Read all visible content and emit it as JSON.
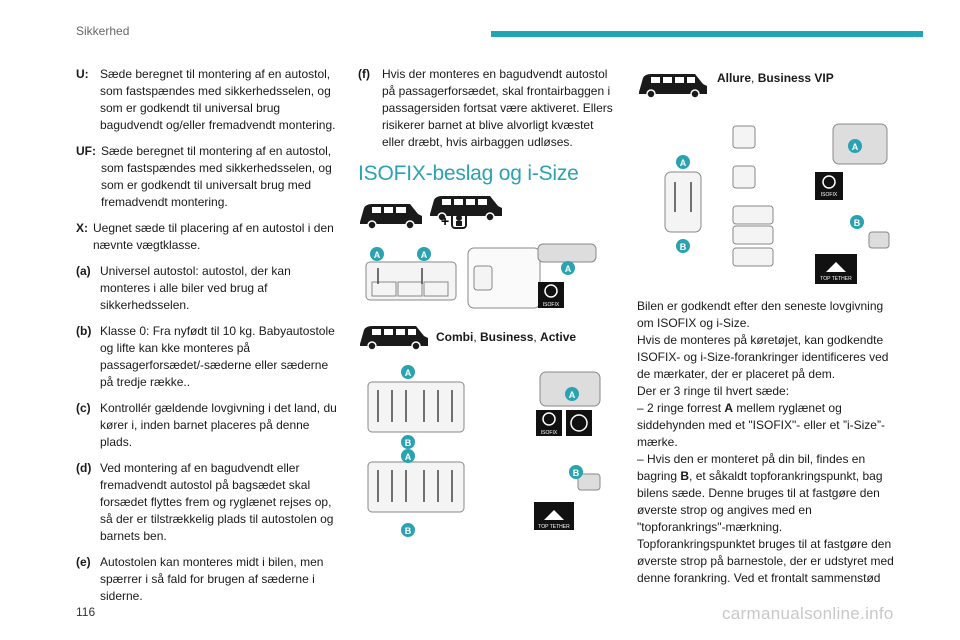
{
  "header": {
    "section_title": "Sikkerhed"
  },
  "col1": {
    "definitions": [
      {
        "key": "U:",
        "text": "Sæde beregnet til montering af en autostol, som fastspændes med sikkerhedsselen, og som er godkendt til universal brug bagudvendt og/eller fremadvendt montering."
      },
      {
        "key": "UF:",
        "text": "Sæde beregnet til montering af en autostol, som fastspændes med sikkerhedsselen, og som er godkendt til universalt brug med fremadvendt montering."
      },
      {
        "key": "X:",
        "text": "Uegnet sæde til placering af en autostol i den nævnte vægtklasse."
      },
      {
        "key": "(a)",
        "text": "Universel autostol: autostol, der kan monteres i alle biler ved brug af sikkerhedsselen."
      },
      {
        "key": "(b)",
        "text": "Klasse 0: Fra nyfødt til 10 kg. Babyautostole og lifte kan kke monteres på passagerforsædet/-sæderne eller sæderne på tredje række.."
      },
      {
        "key": "(c)",
        "text": "Kontrollér gældende lovgivning i det land, du kører i, inden barnet placeres på denne plads."
      },
      {
        "key": "(d)",
        "text": "Ved montering af en bagudvendt eller fremadvendt autostol på bagsædet skal forsædet flyttes frem og ryglænet rejses op, så der er tilstrækkelig plads til autostolen og barnets ben."
      },
      {
        "key": "(e)",
        "text": "Autostolen kan monteres midt i bilen, men spærrer i så fald for brugen af sæderne i siderne."
      }
    ]
  },
  "col2": {
    "note": {
      "key": "(f)",
      "text": "Hvis der monteres en bagudvendt autostol på passagerforsædet, skal frontairbaggen i passagersiden fortsat være aktiveret. Ellers risikerer barnet at blive alvorligt kvæstet eller dræbt, hvis airbaggen udløses."
    },
    "heading": "ISOFIX-beslag og i-Size",
    "plus": "+",
    "fig1_labels": [
      "A",
      "A",
      "A"
    ],
    "isofix_label": "ISOFIX",
    "caption_parts": [
      "Combi",
      ", ",
      "Business",
      ", ",
      "Active"
    ],
    "fig2_labels": [
      "A",
      "A",
      "B",
      "A",
      "B",
      "B"
    ],
    "top_tether_label": "TOP TETHER"
  },
  "col3": {
    "caption_parts": [
      "Allure",
      ", ",
      "Business VIP"
    ],
    "fig3_labels": [
      "A",
      "A",
      "B",
      "B"
    ],
    "isofix_label": "ISOFIX",
    "top_tether_label": "TOP TETHER",
    "para1": "Bilen er godkendt efter den seneste lovgivning om ISOFIX og i-Size.",
    "para2": "Hvis de monteres på køretøjet, kan godkendte ISOFIX- og i-Size-forankringer identificeres ved de mærkater, der er placeret på dem.",
    "para3": "Der er 3 ringe til hvert sæde:",
    "para4_pre": "–  2 ringe forrest ",
    "para4_bold": "A",
    "para4_post": " mellem ryglænet og siddehynden med et \"ISOFIX\"- eller et ”i-Size”-mærke.",
    "para5_pre": "–  Hvis den er monteret på din bil, findes en bagring ",
    "para5_bold": "B",
    "para5_post": ", et såkaldt topforankringspunkt, bag bilens sæde. Denne bruges til at fastgøre den øverste strop og angives med en \"topforankrings\"-mærkning.",
    "para6": "Topforankringspunktet bruges til at fastgøre den øverste strop på barnestole, der er udstyret med denne forankring. Ved et frontalt sammenstød"
  },
  "footer": {
    "page_number": "116",
    "watermark": "carmanualsonline.info"
  }
}
